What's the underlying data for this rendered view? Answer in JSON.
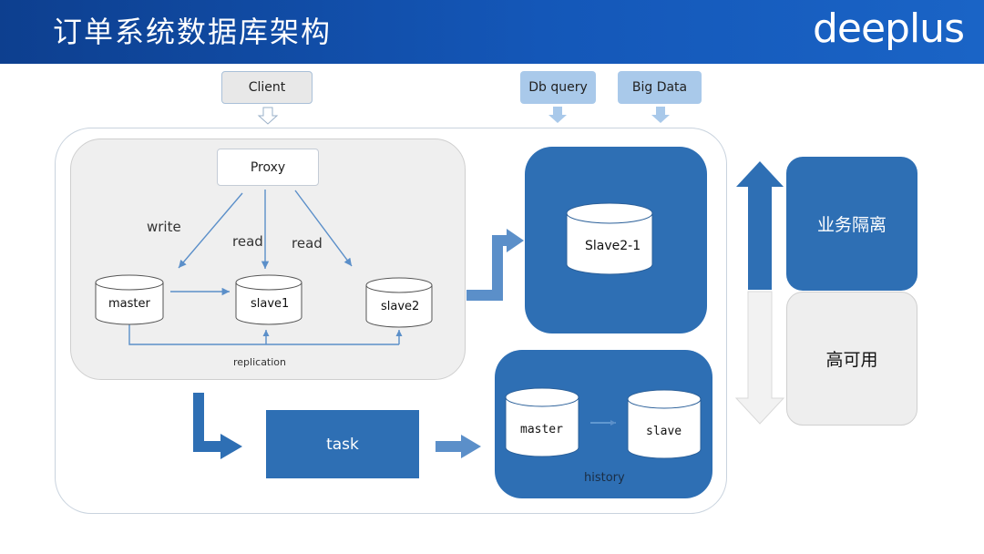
{
  "header": {
    "title": "订单系统数据库架构",
    "logo": "deeplus"
  },
  "top": {
    "client": "Client",
    "db_query": "Db query",
    "big_data": "Big Data"
  },
  "left_panel": {
    "proxy": "Proxy",
    "write": "write",
    "read_1": "read",
    "read_2": "read",
    "master": "master",
    "slave1": "slave1",
    "slave2": "slave2",
    "replication": "replication"
  },
  "slave2_panel": {
    "node": "Slave2-1"
  },
  "task": "task",
  "history_panel": {
    "master": "master",
    "slave": "slave",
    "label": "history"
  },
  "right": {
    "isolation": "业务隔离",
    "ha": "高可用"
  },
  "colors": {
    "primary": "#2e6fb4",
    "light_blue": "#a9c9ea",
    "gray": "#eeeeee",
    "header": "#1457b8"
  }
}
